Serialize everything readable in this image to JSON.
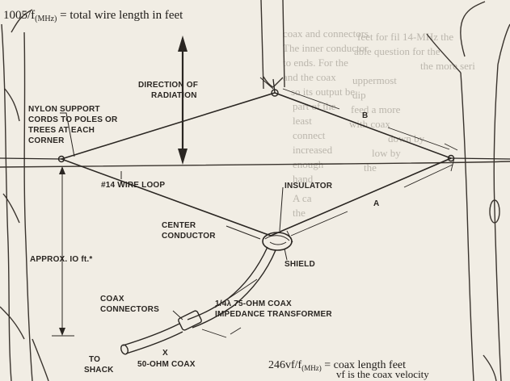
{
  "formulas": {
    "top_prefix": "1005/f",
    "top_subscript": "(MHz)",
    "top_suffix": " =  total  wire length in feet",
    "bottom_prefix": "246vf/f",
    "bottom_subscript": "(MHz)",
    "bottom_suffix": " = coax length feet",
    "bottom_note": "vf is the coax velocity"
  },
  "labels": {
    "direction_line1": "DIRECTION OF",
    "direction_line2": "RADIATION",
    "nylon_line1": "NYLON SUPPORT",
    "nylon_line2": "CORDS TO POLES OR",
    "nylon_line3": "TREES AT EACH",
    "nylon_line4": "CORNER",
    "wire_loop": "#14 WIRE LOOP",
    "insulator": "INSULATOR",
    "side_b": "B",
    "side_a": "A",
    "center_line1": "CENTER",
    "center_line2": "CONDUCTOR",
    "shield": "SHIELD",
    "approx_height": "APPROX. IO ft.*",
    "coax_conn_line1": "COAX",
    "coax_conn_line2": "CONNECTORS",
    "transformer_line1": "1/4λ  75-OHM COAX",
    "transformer_line2": "IMPEDANCE  TRANSFORMER",
    "to_shack_line1": "TO",
    "to_shack_line2": "SHACK",
    "x_mark": "X",
    "coax_50": "50-OHM COAX"
  },
  "background_text": [
    "feet for fil 14-MHz the",
    "able question for the",
    "the more seri",
    "uppermost",
    "dip",
    "feed a more",
    "with coax",
    "down by",
    "low by",
    "the",
    "coax and connectors",
    "The inner conductor",
    "to ends. For the",
    "and the coax",
    "so its output be",
    "part of the",
    "least",
    "connect",
    "increased",
    "enough",
    "hand",
    "A ca",
    "the"
  ],
  "colors": {
    "paper": "#f1ede4",
    "ink": "#2a2622",
    "faded_text": "#8f8a80"
  }
}
